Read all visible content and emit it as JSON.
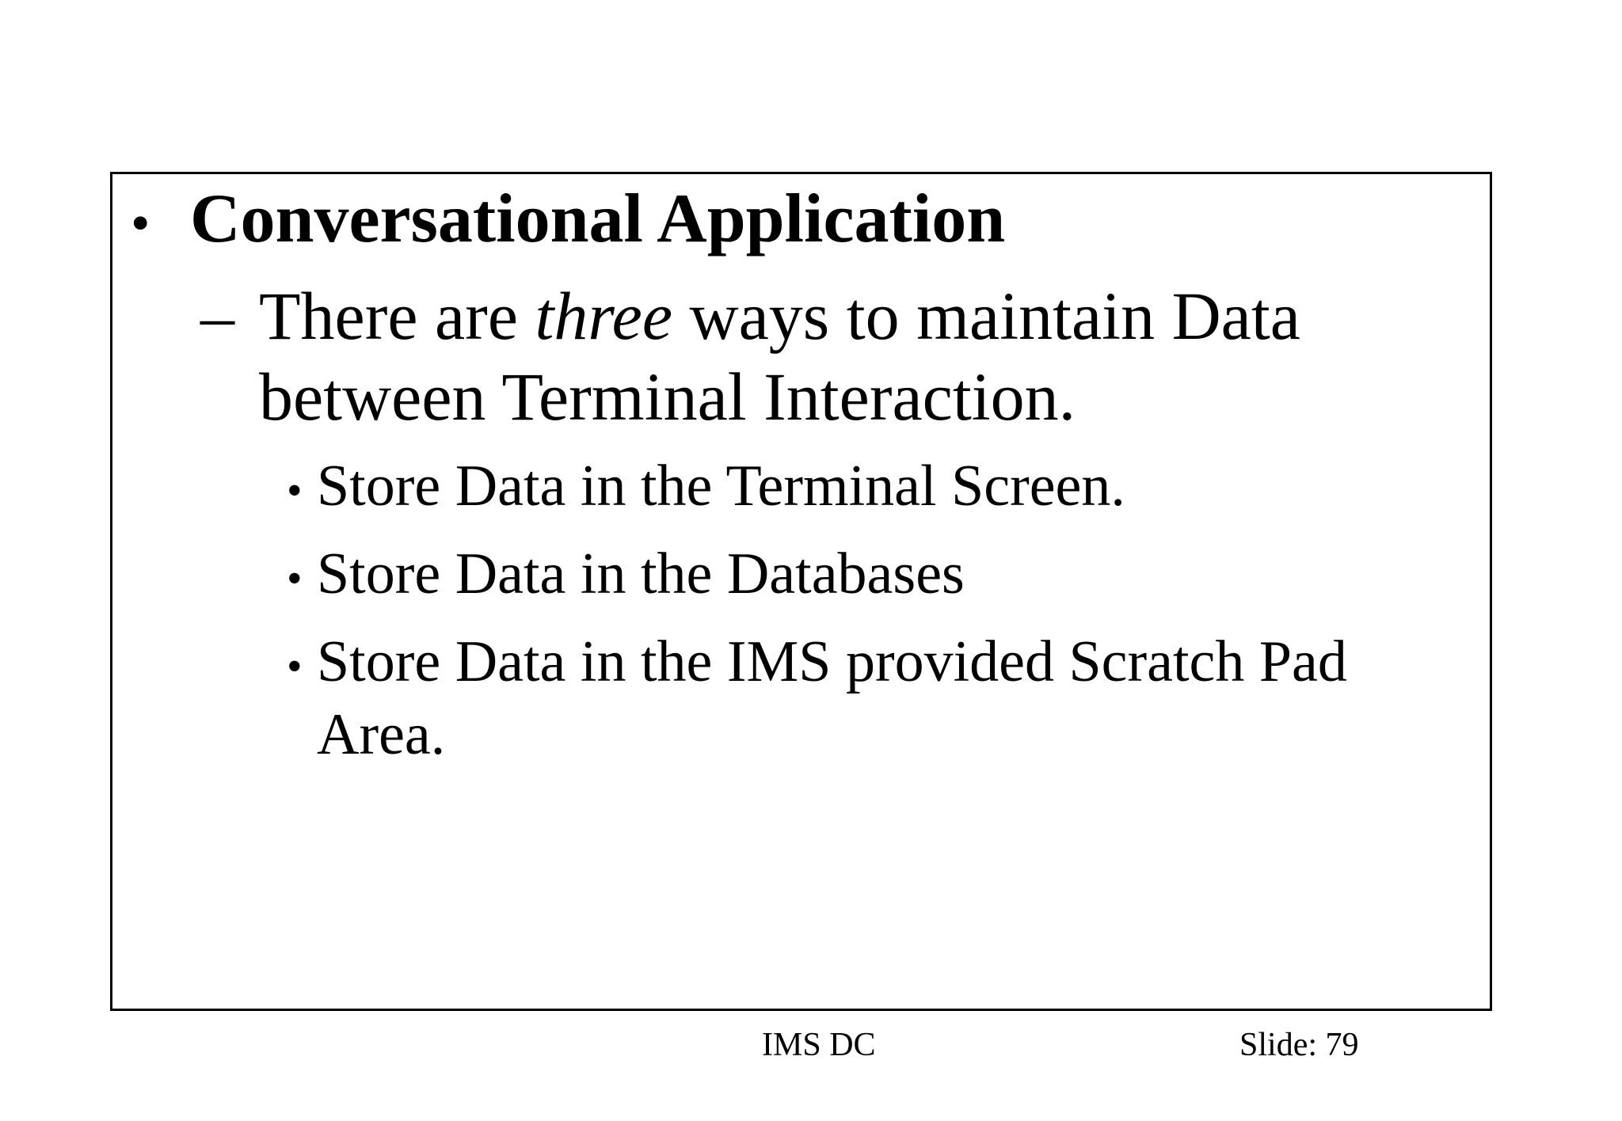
{
  "slide": {
    "title": {
      "marker": "•",
      "text": "Conversational Application"
    },
    "sub": {
      "marker": "–",
      "line1_pre": "There are ",
      "line1_italic": "three",
      "line1_post": " ways to maintain Data",
      "line2": "between Terminal Interaction."
    },
    "points": [
      {
        "marker": "•",
        "lines": [
          "Store Data in the Terminal Screen."
        ]
      },
      {
        "marker": "•",
        "lines": [
          "Store Data in the Databases"
        ]
      },
      {
        "marker": "•",
        "lines": [
          "Store Data in the IMS provided Scratch Pad",
          "Area."
        ]
      }
    ],
    "footer": {
      "left": "IMS DC",
      "right": "Slide: 79"
    },
    "colors": {
      "background": "#ffffff",
      "text": "#000000",
      "border": "#000000"
    }
  }
}
